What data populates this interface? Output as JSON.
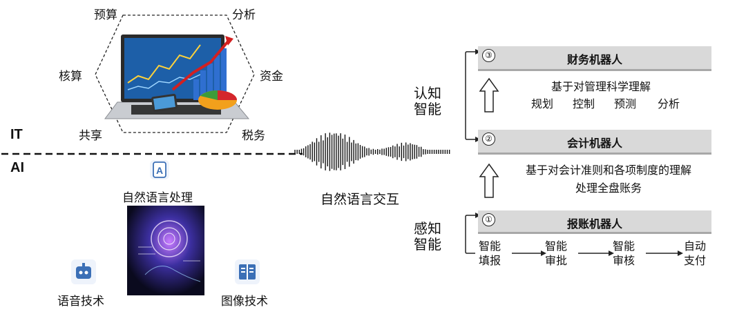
{
  "it_hexagon": {
    "labels": {
      "top_left": "预算",
      "top_right": "分析",
      "left": "核算",
      "right": "资金",
      "bottom_left": "共享",
      "bottom_right": "税务"
    }
  },
  "divider": {
    "it_label": "IT",
    "ai_label": "AI"
  },
  "ai_tech": {
    "nlp": "自然语言处理",
    "speech": "语音技术",
    "image": "图像技术"
  },
  "waveform_label": "自然语言交互",
  "levels": {
    "cognitive": "认知\n智能",
    "perceptual": "感知\n智能"
  },
  "robots": [
    {
      "num": "③",
      "title": "财务机器人"
    },
    {
      "num": "②",
      "title": "会计机器人"
    },
    {
      "num": "①",
      "title": "报账机器人"
    }
  ],
  "financial_robot_desc": {
    "line1": "基于对管理科学理解",
    "items": [
      "规划",
      "控制",
      "预测",
      "分析"
    ]
  },
  "accounting_robot_desc": {
    "line1": "基于对会计准则和各项制度的理解",
    "line2": "处理全盘账务"
  },
  "flow_steps": [
    "智能\n填报",
    "智能\n审批",
    "智能\n审核",
    "自动\n支付"
  ],
  "colors": {
    "bar_fill": "#d9d9d9",
    "icon_blue": "#3b6fb6",
    "laptop_screen": "#1d5fa8"
  }
}
